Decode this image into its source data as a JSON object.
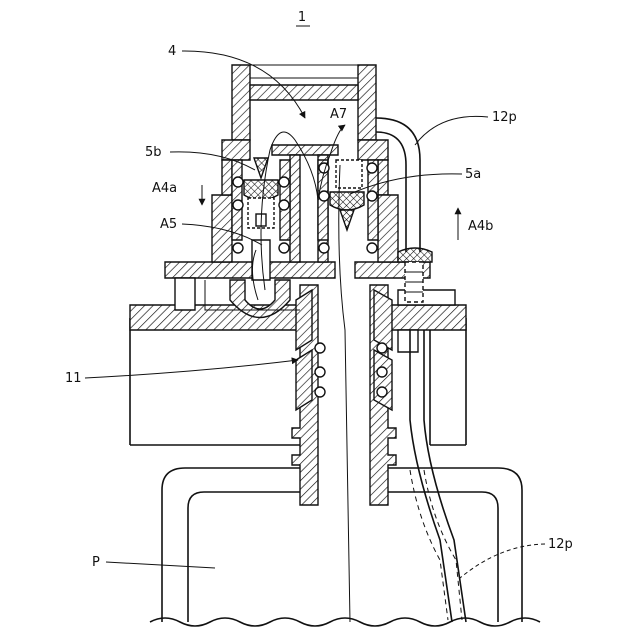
{
  "figure": {
    "ref_number": "1",
    "labels": {
      "cap": "4",
      "flow_a7": "A7",
      "tube_top": "12p",
      "valve_5b": "5b",
      "valve_5a": "5a",
      "dir_a4a": "A4a",
      "dir_a4b": "A4b",
      "flow_a5": "A5",
      "body_11": "11",
      "pouch": "P",
      "tube_bottom": "12p"
    }
  }
}
